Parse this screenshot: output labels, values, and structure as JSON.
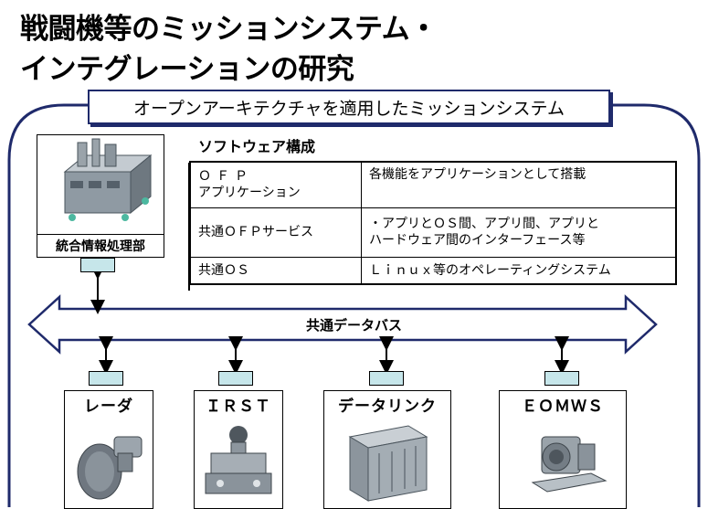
{
  "title": {
    "line1": "戦闘機等のミッションシステム・",
    "line2": "インテグレーションの研究"
  },
  "banner": "オープンアーキテクチャを適用したミッションシステム",
  "software": {
    "heading": "ソフトウェア構成",
    "rows": [
      {
        "k1": "ＯＦＰ",
        "k2": "アプリケーション",
        "v1": "各機能をアプリケーションとして搭載",
        "v2": ""
      },
      {
        "k1": "共通ＯＦＰサービス",
        "k2": "",
        "v1": "・アプリとＯＳ間、アプリ間、アプリと",
        "v2": "ハードウェア間のインターフェース等"
      },
      {
        "k1": "共通ＯＳ",
        "k2": "",
        "v1": "Ｌｉｎｕｘ等のオペレーティングシステム",
        "v2": ""
      }
    ]
  },
  "processing_unit": "統合情報処理部",
  "bus": "共通データバス",
  "devices": [
    "レーダ",
    "ＩＲＳＴ",
    "データリンク",
    "ＥＯＭＷＳ"
  ],
  "colors": {
    "frame": "#1f2a6b",
    "port": "#c6e6ea",
    "bus_fill": "#ffffff"
  }
}
